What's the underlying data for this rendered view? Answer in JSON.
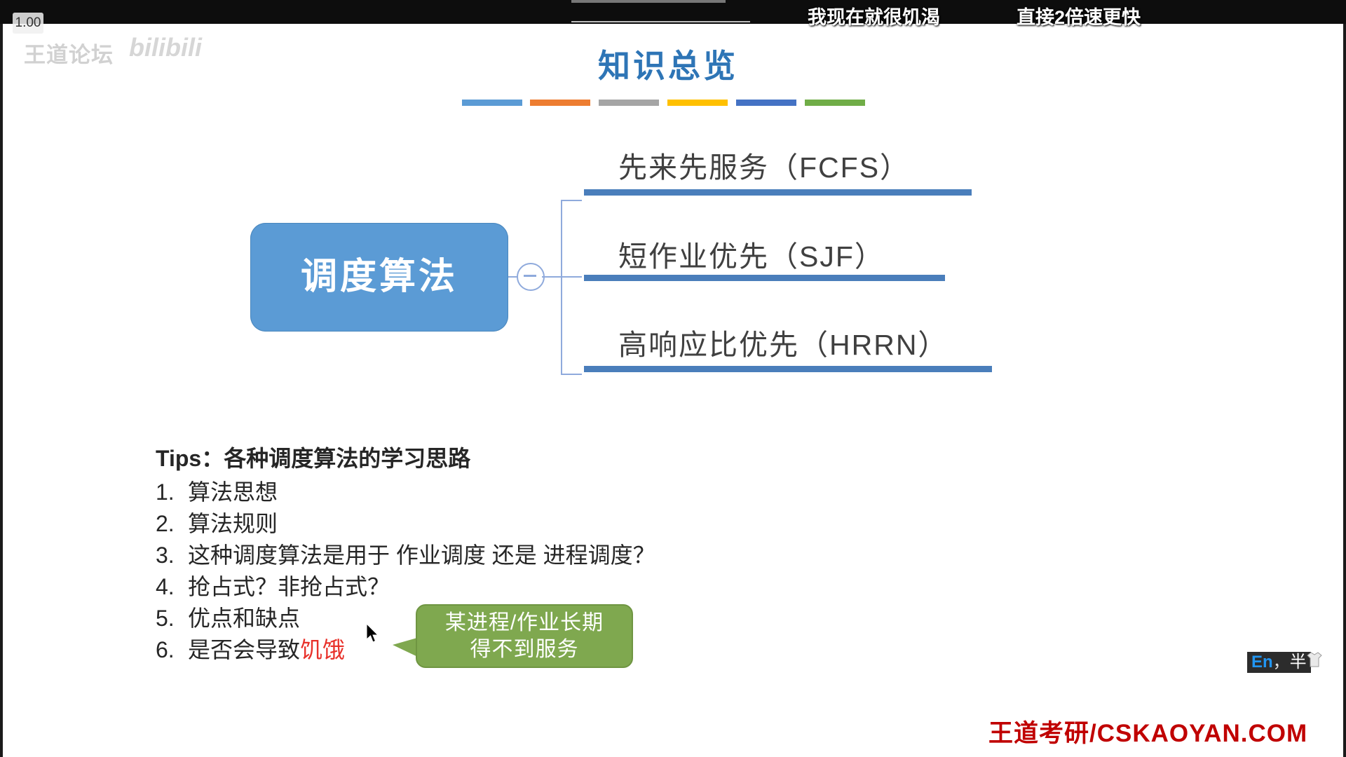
{
  "player": {
    "speed_badge": "1.00",
    "watermark_text": "王道论坛",
    "watermark_logo": "bilibili"
  },
  "danmaku": [
    {
      "text": "我现在就很饥渴"
    },
    {
      "text": "直接2倍速更快"
    }
  ],
  "slide": {
    "title": "知识总览",
    "color_bars": [
      {
        "color": "#5b9bd5"
      },
      {
        "color": "#ed7d31"
      },
      {
        "color": "#a5a5a5"
      },
      {
        "color": "#ffc000"
      },
      {
        "color": "#4472c4"
      },
      {
        "color": "#70ad47"
      }
    ],
    "mindmap": {
      "root_label": "调度算法",
      "root_color": "#5b9bd5",
      "branches": [
        {
          "label": "先来先服务（FCFS）"
        },
        {
          "label": "短作业优先（SJF）"
        },
        {
          "label": "高响应比优先（HRRN）"
        }
      ]
    },
    "tips": {
      "heading": "Tips：各种调度算法的学习思路",
      "items": [
        {
          "num": "1.",
          "text": "算法思想"
        },
        {
          "num": "2.",
          "text": "算法规则"
        },
        {
          "num": "3.",
          "text": "这种调度算法是用于 作业调度 还是 进程调度？"
        },
        {
          "num": "4.",
          "text": "抢占式？非抢占式？"
        },
        {
          "num": "5.",
          "text": "优点和缺点"
        }
      ],
      "last_item": {
        "num": "6.",
        "prefix": "是否会导致",
        "highlight": "饥饿",
        "highlight_color": "#e8312a"
      }
    },
    "callout": {
      "line1": "某进程/作业长期",
      "line2": "得不到服务",
      "color": "#7fa84f"
    },
    "brand": "王道考研/CSKAOYAN.COM"
  },
  "ime": {
    "mode": "En",
    "separator": "，",
    "width_mode": "半"
  }
}
